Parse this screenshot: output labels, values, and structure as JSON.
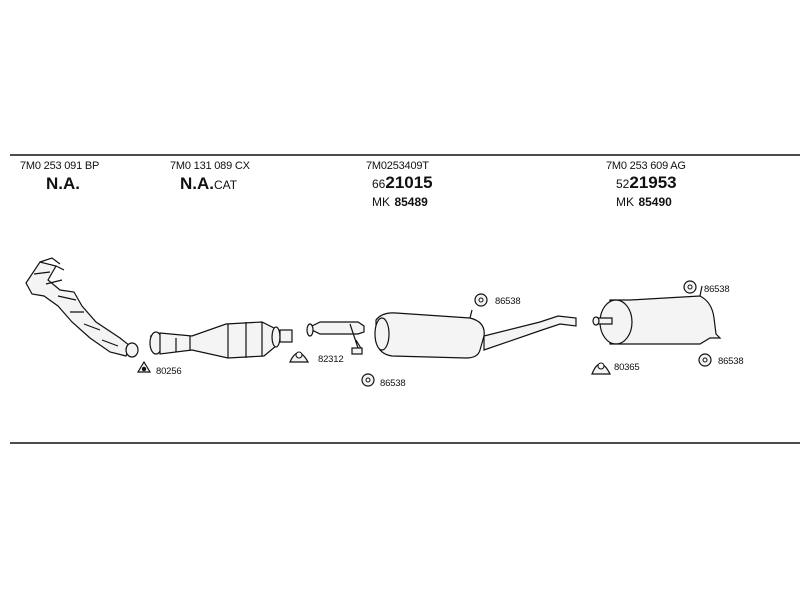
{
  "sections": [
    {
      "part_number": "7M0 253 091 BP",
      "name": "N.A.",
      "suffix": ""
    },
    {
      "part_number": "7M0 131 089 CX",
      "name": "N.A.",
      "suffix": "CAT"
    },
    {
      "part_number": "7M0253409T",
      "prefix": "66",
      "number": "21015",
      "mk_prefix": "MK",
      "mk_number": "85489"
    },
    {
      "part_number": "7M0 253 609 AG",
      "prefix": "52",
      "number": "21953",
      "mk_prefix": "MK",
      "mk_number": "85490"
    }
  ],
  "labels": {
    "l1": "80256",
    "l2": "82312",
    "l3": "86538",
    "l4": "86538",
    "l5": "86538",
    "l6": "80365",
    "l7": "86538"
  },
  "colors": {
    "line": "#111111",
    "part_fill": "#f4f4f4"
  }
}
